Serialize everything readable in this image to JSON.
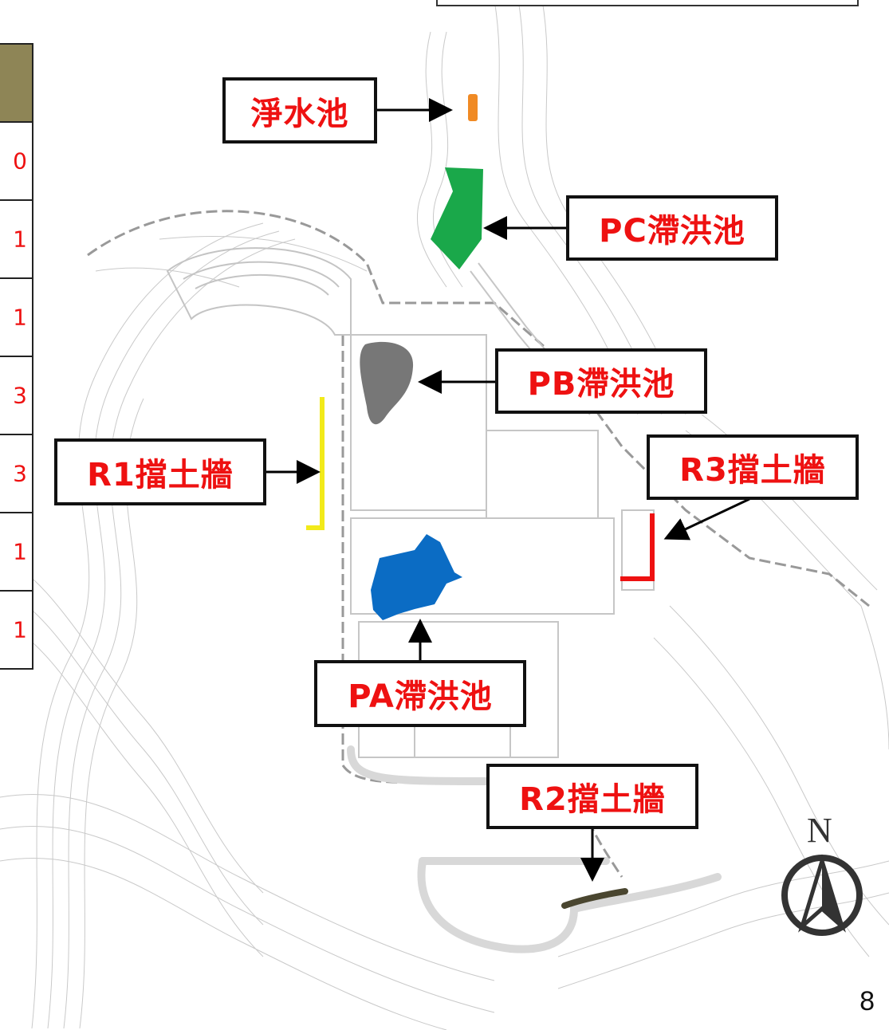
{
  "labels": {
    "clean_pool": "淨水池",
    "pc_pond": "PC滯洪池",
    "pb_pond": "PB滯洪池",
    "r1_wall": "R1擋土牆",
    "r3_wall": "R3擋土牆",
    "pa_pond": "PA滯洪池",
    "r2_wall": "R2擋土牆"
  },
  "table": {
    "cells": [
      "0",
      "1",
      "1",
      "3",
      "3",
      "1",
      "1"
    ]
  },
  "north": "N",
  "page_number": "8",
  "colors": {
    "label_text": "#ee1111",
    "pc_pond": "#1aa84a",
    "pb_pond": "#777777",
    "pa_pond": "#0b6cc4",
    "r1_wall": "#f2ea1a",
    "r3_wall": "#ee1111",
    "r2_wall": "#4a4630",
    "clean_pool": "#f08a24",
    "table_header": "#8e8556"
  }
}
